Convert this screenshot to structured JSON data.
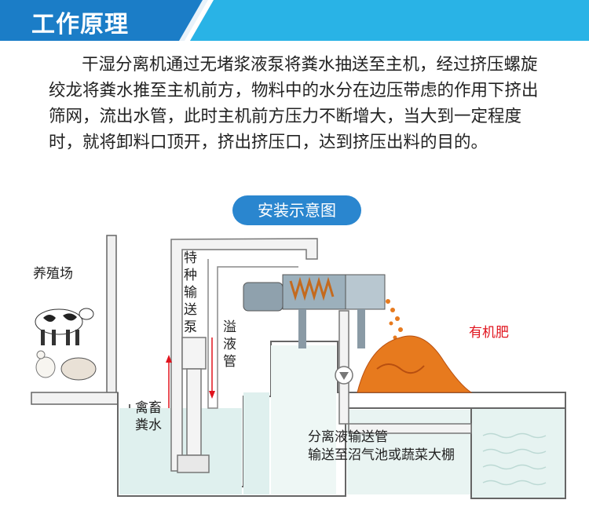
{
  "header": {
    "title": "工作原理",
    "colors": {
      "dark": "#1b7dc7",
      "light": "#29b3e6"
    }
  },
  "intro": {
    "text": "干湿分离机通过无堵浆液泵将粪水抽送至主机，经过挤压螺旋绞龙将粪水推至主机前方，物料中的水分在边压带虑的作用下挤出筛网，流出水管，此时主机前方压力不断增大，当大到一定程度时，就将卸料口顶开，挤出挤压口，达到挤压出料的目的。"
  },
  "diagram": {
    "heading": "安装示意图",
    "labels": {
      "farm": "养殖场",
      "pump": "特种输送泵",
      "overflow": "溢液管",
      "manure": "禽畜粪水",
      "fertilizer": "有机肥",
      "separated_pipe": "分离液输送管",
      "destination": "输送至沼气池或蔬菜大棚"
    },
    "colors": {
      "water": "#dff0ee",
      "wall": "#f2f2f2",
      "fertilizer": "#e77a1e",
      "accent": "#2a86cf"
    }
  }
}
